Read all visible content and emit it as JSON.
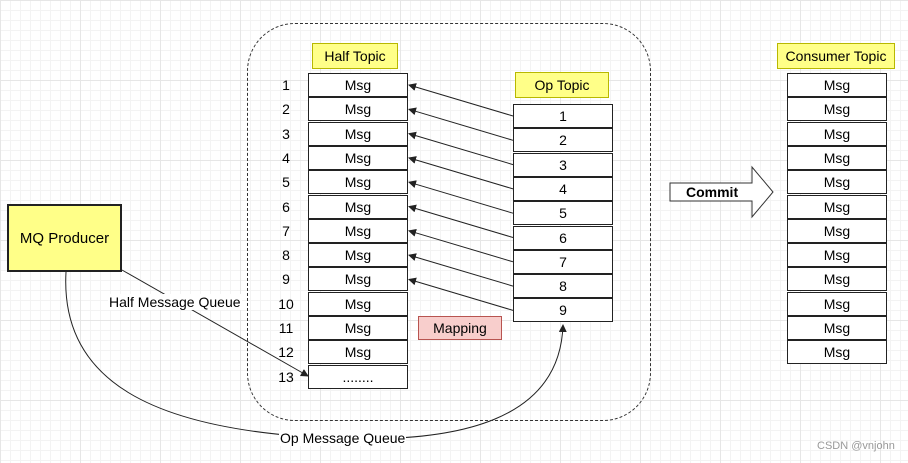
{
  "producer": {
    "label": "MQ Producer"
  },
  "half_topic": {
    "title": "Half Topic",
    "row_numbers": [
      "1",
      "2",
      "3",
      "4",
      "5",
      "6",
      "7",
      "8",
      "9",
      "10",
      "11",
      "12",
      "13"
    ],
    "cells": [
      "Msg",
      "Msg",
      "Msg",
      "Msg",
      "Msg",
      "Msg",
      "Msg",
      "Msg",
      "Msg",
      "Msg",
      "Msg",
      "Msg",
      "........"
    ]
  },
  "op_topic": {
    "title": "Op Topic",
    "cells": [
      "1",
      "2",
      "3",
      "4",
      "5",
      "6",
      "7",
      "8",
      "9"
    ]
  },
  "mapping_label": "Mapping",
  "commit_label": "Commit",
  "consumer_topic": {
    "title": "Consumer Topic",
    "cells": [
      "Msg",
      "Msg",
      "Msg",
      "Msg",
      "Msg",
      "Msg",
      "Msg",
      "Msg",
      "Msg",
      "Msg",
      "Msg",
      "Msg"
    ]
  },
  "edges": {
    "half_queue_label": "Half Message Queue",
    "op_queue_label": "Op Message Queue"
  },
  "watermark": "CSDN @vnjohn"
}
